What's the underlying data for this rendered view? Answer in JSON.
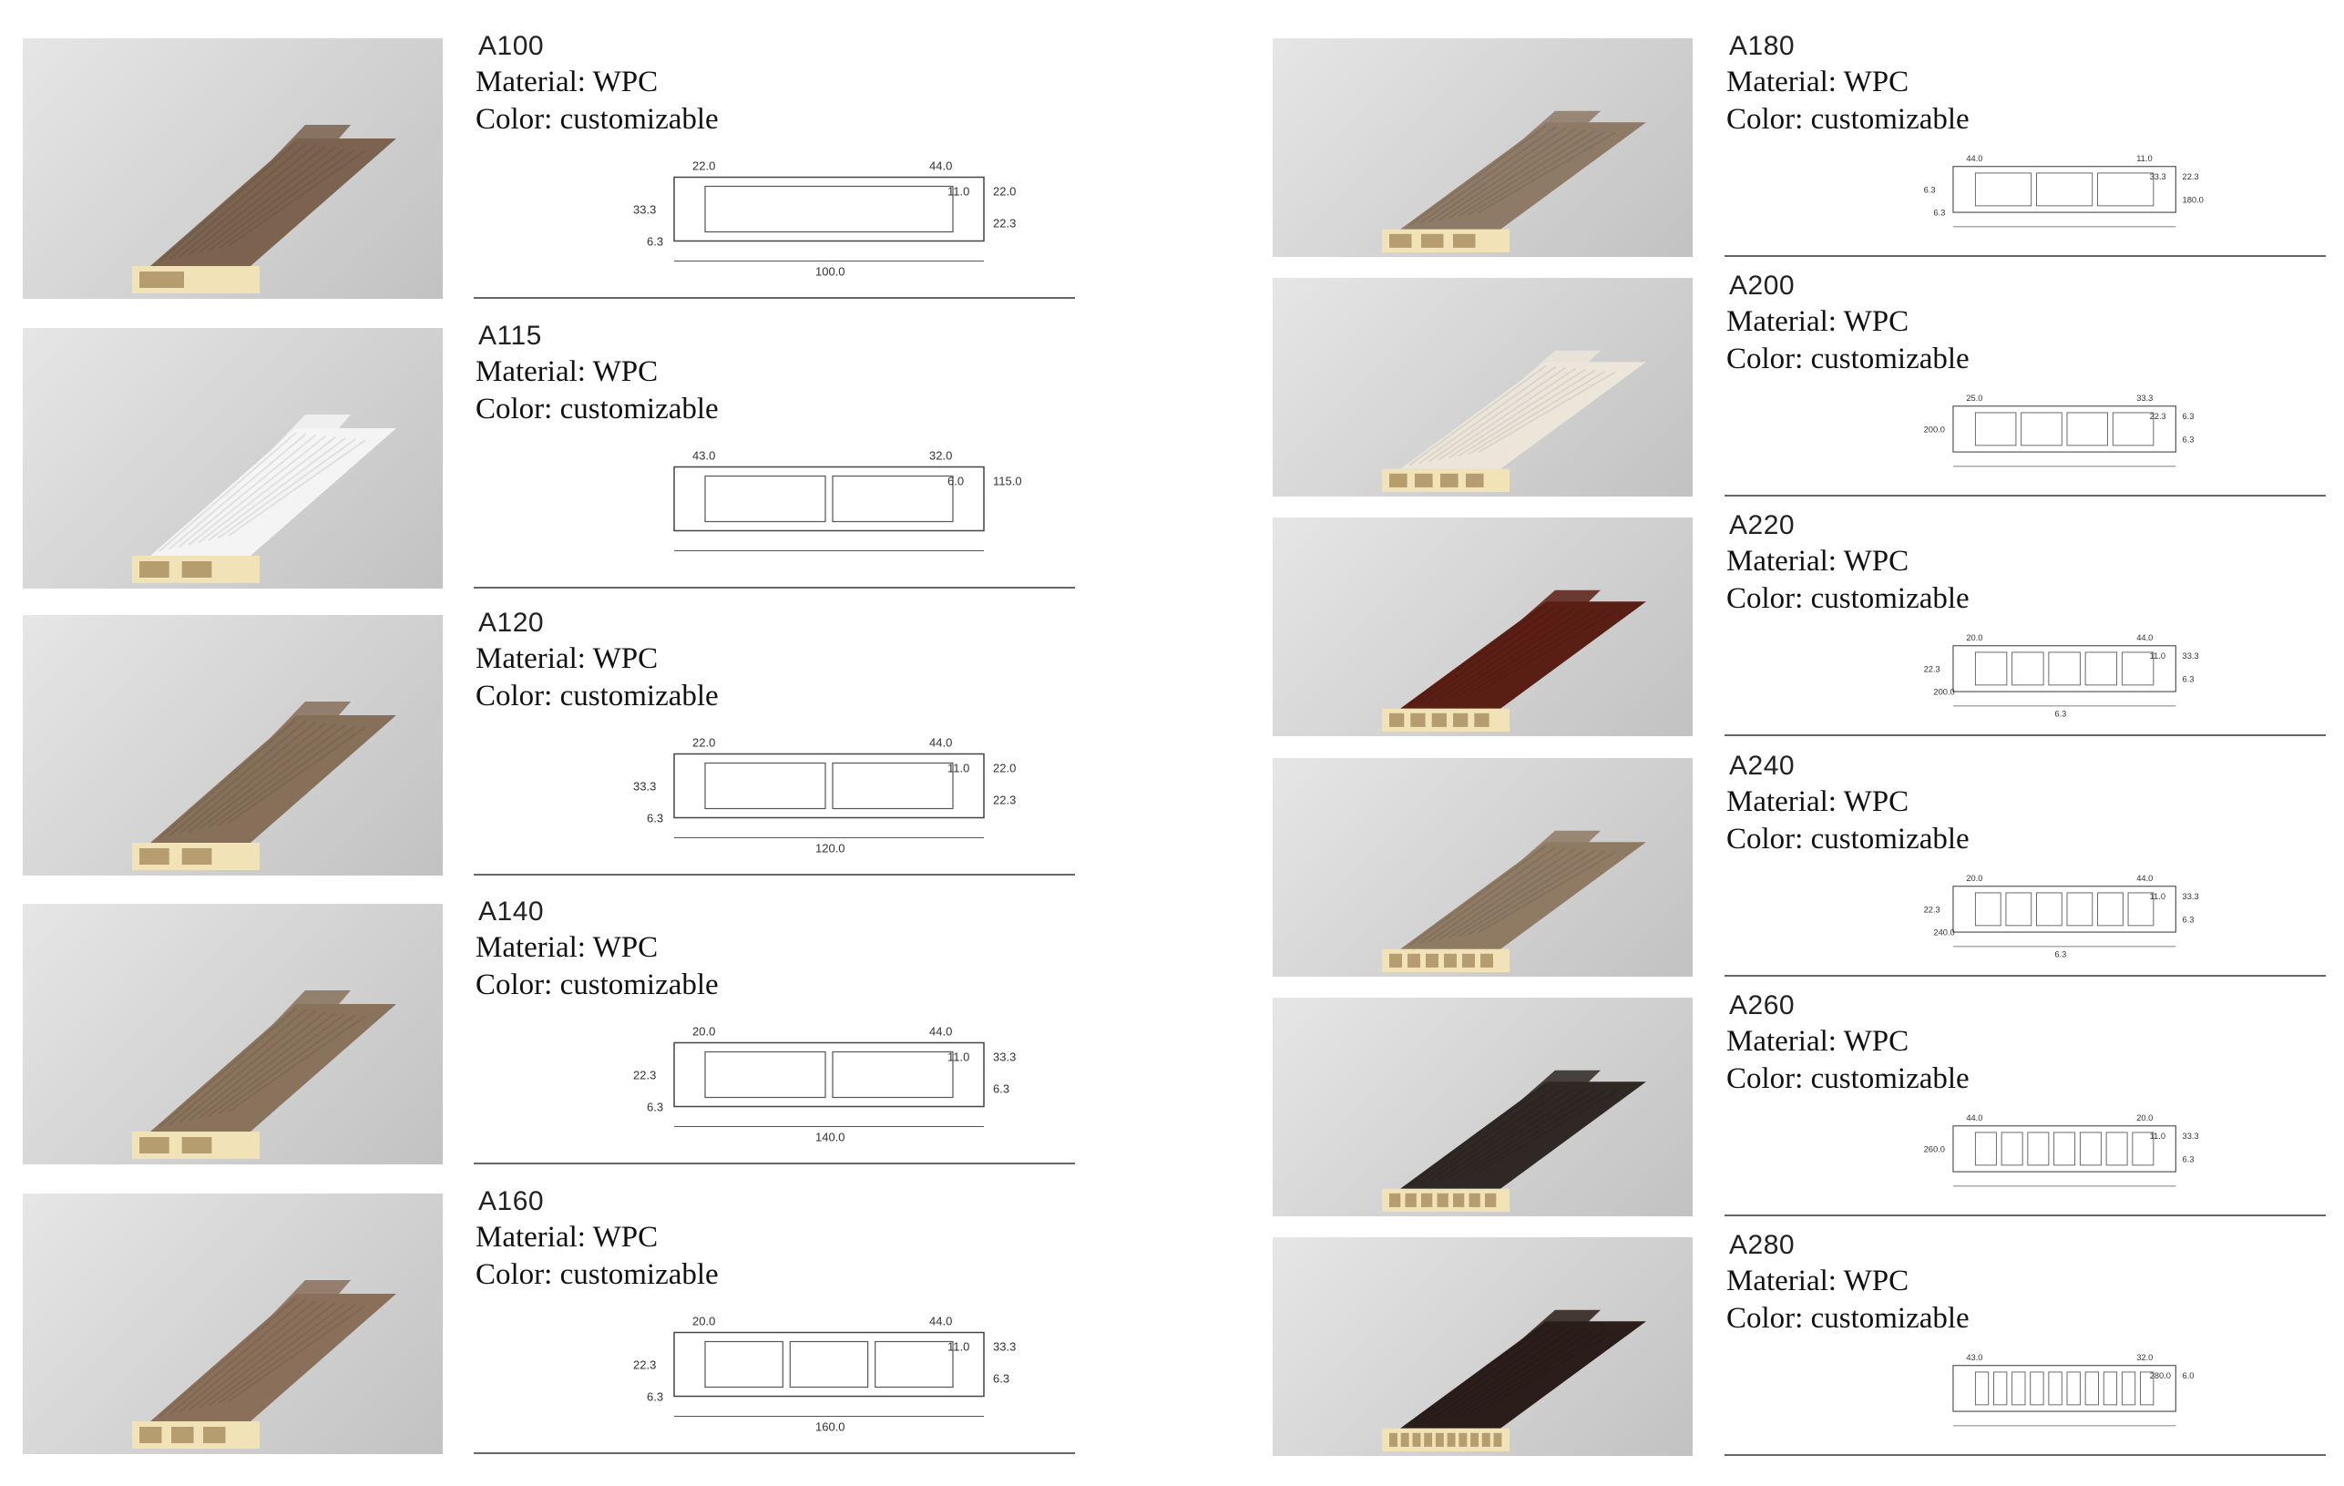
{
  "products": [
    {
      "code": "A100",
      "material": "Material: WPC",
      "color": "Color: customizable",
      "finish": "#7b6350",
      "cells": 1,
      "dims": [
        "22.0",
        "44.0",
        "11.0",
        "22.0",
        "33.3",
        "22.3",
        "6.3",
        "100.0"
      ]
    },
    {
      "code": "A115",
      "material": "Material: WPC",
      "color": "Color: customizable",
      "finish": "#f4f4f4",
      "cells": 2,
      "dims": [
        "43.0",
        "32.0",
        "6.0",
        "115.0"
      ]
    },
    {
      "code": "A120",
      "material": "Material: WPC",
      "color": "Color: customizable",
      "finish": "#86705a",
      "cells": 2,
      "dims": [
        "22.0",
        "44.0",
        "11.0",
        "22.0",
        "33.3",
        "22.3",
        "6.3",
        "120.0"
      ]
    },
    {
      "code": "A140",
      "material": "Material: WPC",
      "color": "Color: customizable",
      "finish": "#89735c",
      "cells": 2,
      "dims": [
        "20.0",
        "44.0",
        "11.0",
        "33.3",
        "22.3",
        "6.3",
        "6.3",
        "140.0"
      ]
    },
    {
      "code": "A160",
      "material": "Material: WPC",
      "color": "Color: customizable",
      "finish": "#8a705a",
      "cells": 3,
      "dims": [
        "20.0",
        "44.0",
        "11.0",
        "33.3",
        "22.3",
        "6.3",
        "6.3",
        "160.0"
      ]
    },
    {
      "code": "A180",
      "material": "Material: WPC",
      "color": "Color: customizable",
      "finish": "#8e7a66",
      "cells": 3,
      "dims": [
        "44.0",
        "11.0",
        "33.3",
        "22.3",
        "6.3",
        "180.0",
        "6.3"
      ]
    },
    {
      "code": "A200",
      "material": "Material: WPC",
      "color": "Color: customizable",
      "finish": "#ece5da",
      "cells": 4,
      "dims": [
        "25.0",
        "33.3",
        "22.3",
        "6.3",
        "200.0",
        "6.3"
      ]
    },
    {
      "code": "A220",
      "material": "Material: WPC",
      "color": "Color: customizable",
      "finish": "#5a1f14",
      "cells": 5,
      "dims": [
        "20.0",
        "44.0",
        "11.0",
        "33.3",
        "22.3",
        "6.3",
        "200.0",
        "6.3"
      ]
    },
    {
      "code": "A240",
      "material": "Material: WPC",
      "color": "Color: customizable",
      "finish": "#8f7a64",
      "cells": 6,
      "dims": [
        "20.0",
        "44.0",
        "11.0",
        "33.3",
        "22.3",
        "6.3",
        "240.0",
        "6.3"
      ]
    },
    {
      "code": "A260",
      "material": "Material: WPC",
      "color": "Color: customizable",
      "finish": "#2f2824",
      "cells": 7,
      "dims": [
        "44.0",
        "20.0",
        "11.0",
        "33.3",
        "260.0",
        "6.3"
      ]
    },
    {
      "code": "A280",
      "material": "Material: WPC",
      "color": "Color: customizable",
      "finish": "#2b1d1a",
      "cells": 10,
      "dims": [
        "43.0",
        "32.0",
        "280.0",
        "6.0"
      ]
    }
  ]
}
